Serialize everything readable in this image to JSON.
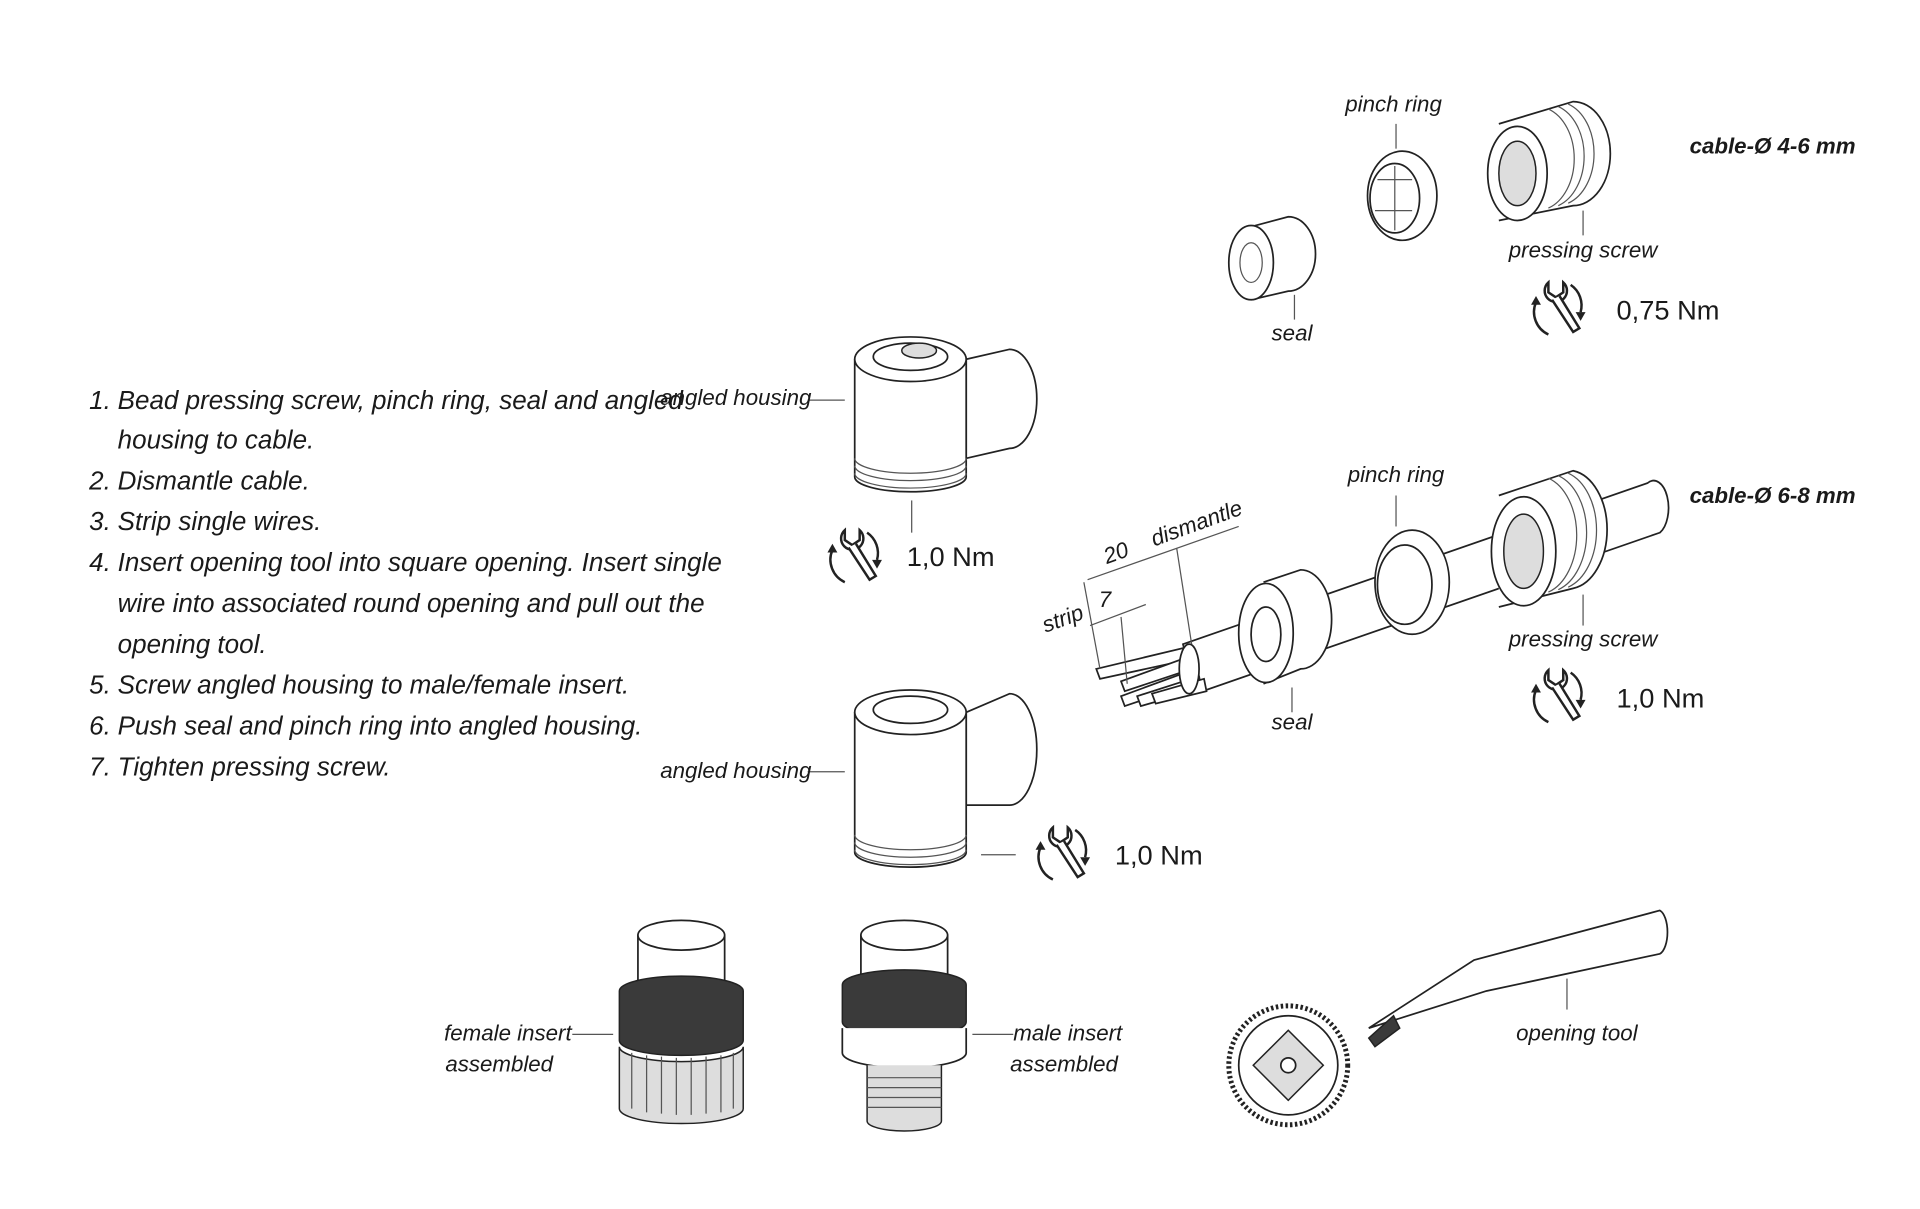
{
  "instructions": [
    {
      "num": "1.",
      "lines": [
        "Bead pressing screw, pinch ring, seal and angled",
        "housing to cable."
      ]
    },
    {
      "num": "2.",
      "lines": [
        "Dismantle cable."
      ]
    },
    {
      "num": "3.",
      "lines": [
        "Strip single wires."
      ]
    },
    {
      "num": "4.",
      "lines": [
        "Insert opening tool into square opening. Insert single",
        "wire into associated round opening and pull out the",
        "opening tool."
      ]
    },
    {
      "num": "5.",
      "lines": [
        "Screw angled housing to male/female insert."
      ]
    },
    {
      "num": "6.",
      "lines": [
        "Push seal and pinch ring into angled housing."
      ]
    },
    {
      "num": "7.",
      "lines": [
        "Tighten pressing screw."
      ]
    }
  ],
  "small_cable": {
    "title": "cable-Ø 4-6 mm",
    "pinch_ring": "pinch ring",
    "pressing_screw": "pressing screw",
    "seal": "seal",
    "torque": "0,75 Nm"
  },
  "large_cable": {
    "title": "cable-Ø 6-8 mm",
    "pinch_ring": "pinch ring",
    "pressing_screw": "pressing screw",
    "seal": "seal",
    "torque": "1,0 Nm",
    "dismantle": "dismantle",
    "dismantle_length": "20",
    "strip": "strip",
    "strip_length": "7"
  },
  "housing_top": {
    "label": "angled housing",
    "torque": "1,0 Nm"
  },
  "housing_bottom": {
    "label": "angled housing",
    "torque": "1,0 Nm"
  },
  "female_insert": {
    "line1": "female insert",
    "line2": "assembled"
  },
  "male_insert": {
    "line1": "male insert",
    "line2": "assembled"
  },
  "opening_tool": {
    "label": "opening tool"
  }
}
